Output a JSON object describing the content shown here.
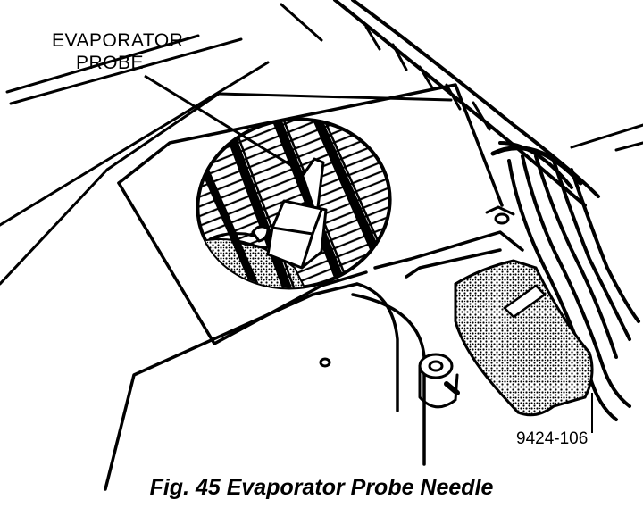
{
  "labels": {
    "callout_line1": "EVAPORATOR",
    "callout_line2": "PROBE",
    "part_number": "9424-106"
  },
  "caption": "Fig. 45 Evaporator Probe Needle",
  "colors": {
    "ink": "#000000",
    "paper": "#ffffff"
  }
}
